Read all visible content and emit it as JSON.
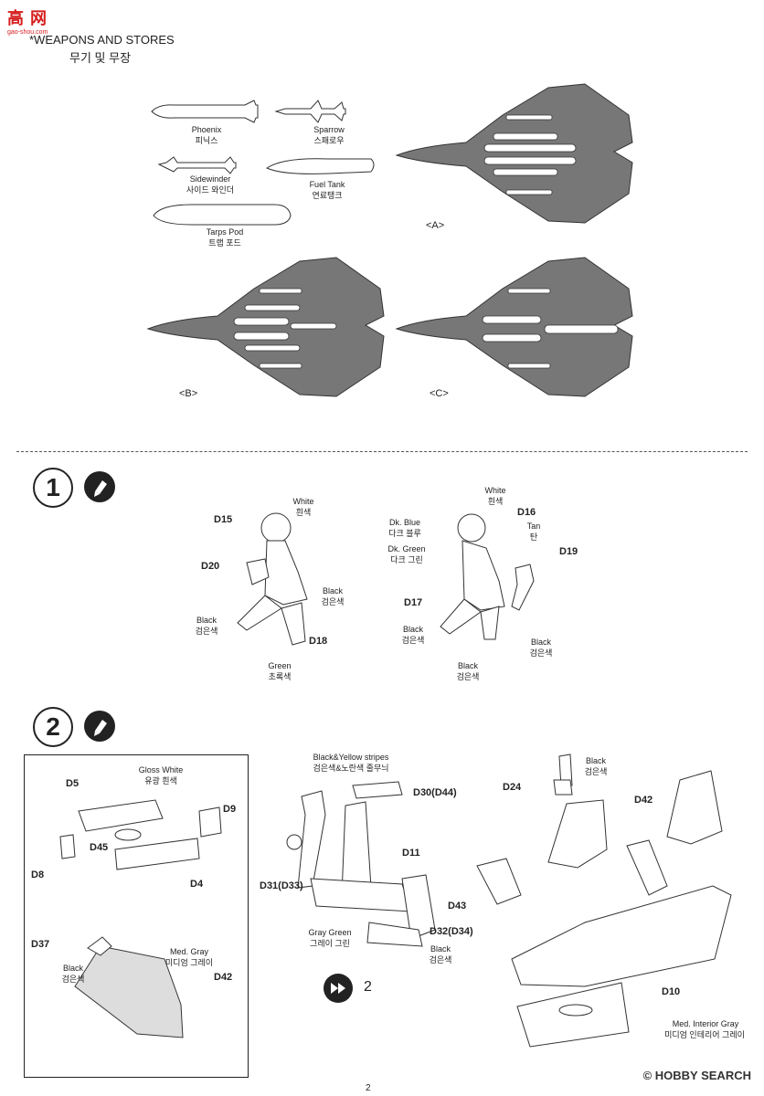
{
  "watermark": {
    "main": "高 网",
    "sub": "gao-shou.com"
  },
  "header": {
    "title_en": "*WEAPONS AND STORES",
    "title_kr": "무기 및 무장"
  },
  "stores": [
    {
      "en": "Phoenix",
      "kr": "피닉스"
    },
    {
      "en": "Sparrow",
      "kr": "스패로우"
    },
    {
      "en": "Sidewinder",
      "kr": "사이드 와인더"
    },
    {
      "en": "Fuel Tank",
      "kr": "연료탱크"
    },
    {
      "en": "Tarps Pod",
      "kr": "트랩 포드"
    }
  ],
  "configs": {
    "a": "<A>",
    "b": "<B>",
    "c": "<C>"
  },
  "step1": {
    "number": "1",
    "fig_left": {
      "white_en": "White",
      "white_kr": "흰색",
      "d15": "D15",
      "d20": "D20",
      "d18": "D18",
      "black1_en": "Black",
      "black1_kr": "검은색",
      "black2_en": "Black",
      "black2_kr": "검은색",
      "green_en": "Green",
      "green_kr": "초록색"
    },
    "fig_right": {
      "white_en": "White",
      "white_kr": "흰색",
      "d16": "D16",
      "d19": "D19",
      "d17": "D17",
      "dkblue_en": "Dk. Blue",
      "dkblue_kr": "다크 블루",
      "dkgreen_en": "Dk. Green",
      "dkgreen_kr": "다크 그린",
      "tan_en": "Tan",
      "tan_kr": "탄",
      "black1_en": "Black",
      "black1_kr": "검은색",
      "black2_en": "Black",
      "black2_kr": "검은색",
      "black3_en": "Black",
      "black3_kr": "검은색"
    }
  },
  "step2": {
    "number": "2",
    "box": {
      "gloss_en": "Gloss White",
      "gloss_kr": "유광 흰색",
      "d5": "D5",
      "d9": "D9",
      "d45": "D45",
      "d8": "D8",
      "d4": "D4",
      "d37": "D37",
      "d42": "D42",
      "black_en": "Black",
      "black_kr": "검은색",
      "medgray_en": "Med. Gray",
      "medgray_kr": "미디엄 그레이"
    },
    "seat": {
      "stripes_en": "Black&Yellow stripes",
      "stripes_kr": "검은색&노란색 줄무늬",
      "d30": "D30(D44)",
      "d11": "D11",
      "d31": "D31(D33)",
      "d32": "D32(D34)",
      "graygreen_en": "Gray Green",
      "graygreen_kr": "그레이 그린",
      "black_en": "Black",
      "black_kr": "검은색",
      "ref": "2"
    },
    "cockpit": {
      "black_en": "Black",
      "black_kr": "검은색",
      "d24": "D24",
      "d42": "D42",
      "d43": "D43",
      "d10": "D10",
      "medint_en": "Med. Interior Gray",
      "medint_kr": "미디엄 인테리어 그레이"
    }
  },
  "footer": {
    "page": "2",
    "brand": "© HOBBY SEARCH"
  }
}
